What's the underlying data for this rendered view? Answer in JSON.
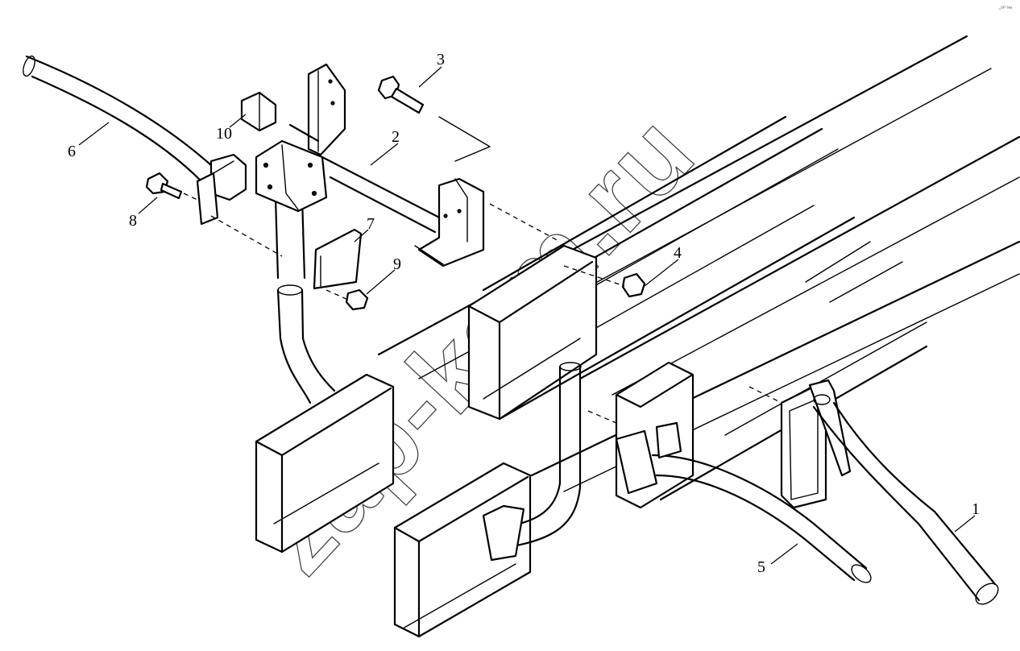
{
  "diagram": {
    "callouts": [
      {
        "id": "1",
        "label": "1"
      },
      {
        "id": "2",
        "label": "2"
      },
      {
        "id": "3",
        "label": "3"
      },
      {
        "id": "4",
        "label": "4"
      },
      {
        "id": "5",
        "label": "5"
      },
      {
        "id": "6",
        "label": "6"
      },
      {
        "id": "7",
        "label": "7"
      },
      {
        "id": "8",
        "label": "8"
      },
      {
        "id": "9",
        "label": "9"
      },
      {
        "id": "10",
        "label": "10"
      }
    ],
    "watermark": "zap-kam.ru",
    "corner_mark": "₀ᴳᴾ ᵇᵃᵃ"
  }
}
